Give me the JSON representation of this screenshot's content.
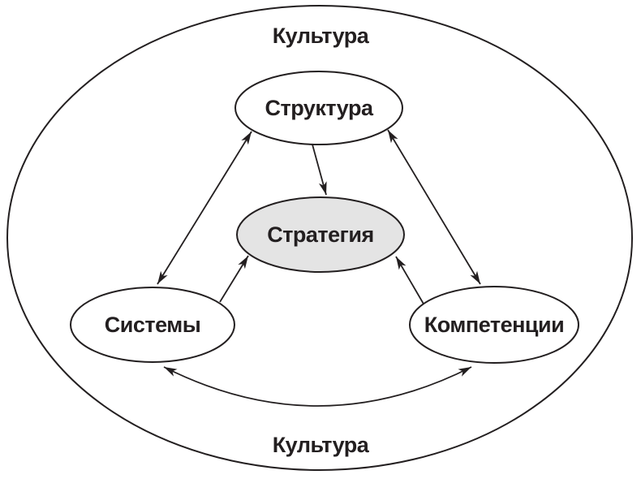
{
  "culture": {
    "top_label": "Культура",
    "bottom_label": "Культура"
  },
  "nodes": [
    {
      "id": "structure",
      "label": "Структура",
      "fill": "#ffffff"
    },
    {
      "id": "strategy",
      "label": "Стратегия",
      "fill": "#e4e4e4"
    },
    {
      "id": "systems",
      "label": "Системы",
      "fill": "#ffffff"
    },
    {
      "id": "competencies",
      "label": "Компетенции",
      "fill": "#ffffff"
    }
  ],
  "edges": [
    {
      "from": "Структура",
      "to": "Системы",
      "direction": "both"
    },
    {
      "from": "Структура",
      "to": "Компетенции",
      "direction": "both"
    },
    {
      "from": "Структура",
      "to": "Стратегия",
      "direction": "one-way"
    },
    {
      "from": "Системы",
      "to": "Стратегия",
      "direction": "one-way"
    },
    {
      "from": "Компетенции",
      "to": "Стратегия",
      "direction": "one-way"
    },
    {
      "from": "Системы",
      "to": "Компетенции",
      "direction": "both",
      "style": "curved"
    }
  ],
  "colors": {
    "line": "#231f20",
    "text": "#231f20",
    "strategy_fill": "#e4e4e4",
    "node_fill": "#ffffff",
    "background": "#ffffff"
  }
}
